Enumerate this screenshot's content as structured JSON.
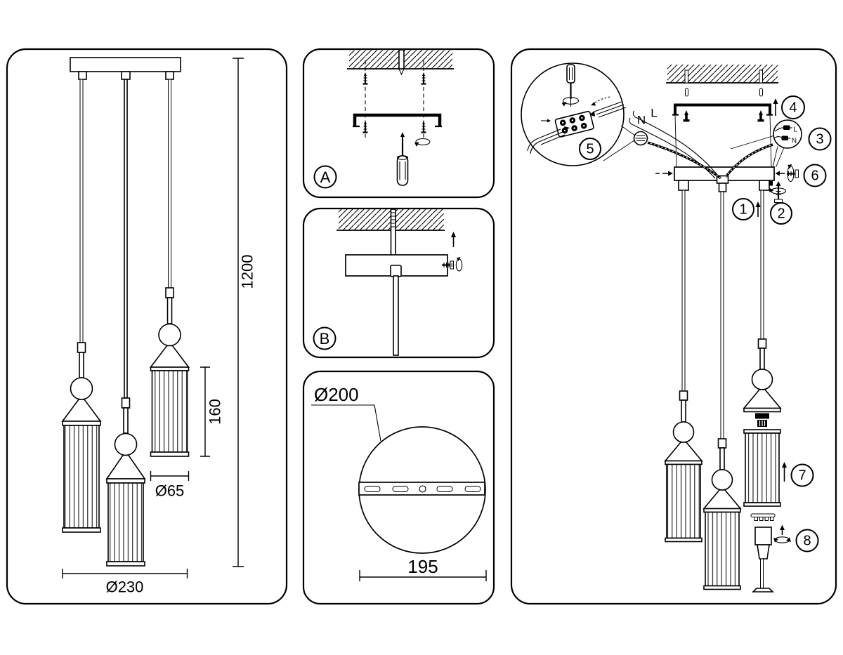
{
  "sheet": {
    "background": "#ffffff",
    "ink": "#000000"
  },
  "dimensions_panel": {
    "overall_height": "1200",
    "shade_height": "160",
    "shade_diameter": "Ø65",
    "cluster_diameter": "Ø230"
  },
  "panel_a": {
    "label": "A"
  },
  "panel_b": {
    "label": "B"
  },
  "canopy_panel": {
    "canopy_diameter": "Ø200",
    "bracket_length": "195"
  },
  "wiring_panel": {
    "wire_neutral": "N",
    "wire_line": "L",
    "connector_line": "L",
    "connector_neutral": "N",
    "steps": {
      "s1": "1",
      "s2": "2",
      "s3": "3",
      "s4": "4",
      "s5": "5",
      "s6": "6",
      "s7": "7",
      "s8": "8"
    }
  }
}
